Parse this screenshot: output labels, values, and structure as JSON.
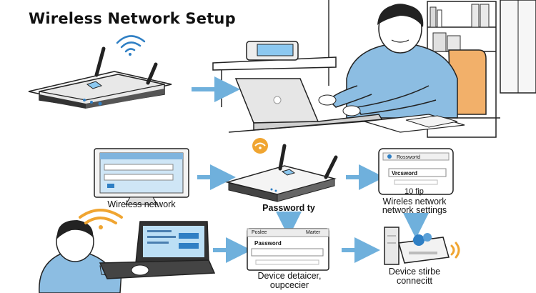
{
  "title": "Wireless Network Setup",
  "labels": {
    "wireless_network": "Wireless network",
    "password": "Password ty",
    "network_settings_1": "Wireles network",
    "network_settings_2": "network settings",
    "device_detail_1": "Device detaicer,",
    "device_detail_2": "oupcecier",
    "device_connect_1": "Device stirbe",
    "device_connect_2": "connecitt"
  },
  "phone_screen": {
    "header": "Rosswortd",
    "field": "Vrcsword",
    "caption": "10 fip"
  },
  "password_window": {
    "tab_left": "Poslee",
    "tab_right": "Marter",
    "field_label": "Password"
  },
  "colors": {
    "arrow": "#6fb0dc",
    "accent_blue": "#2f7fc4",
    "wifi_orange": "#f0a531",
    "shirt": "#8cbde2",
    "chair": "#f2b06a"
  },
  "icons": [
    "router-icon",
    "wifi-icon",
    "laptop-icon",
    "person-icon",
    "monitor-icon",
    "phone-icon",
    "server-icon",
    "arrow-icon"
  ]
}
